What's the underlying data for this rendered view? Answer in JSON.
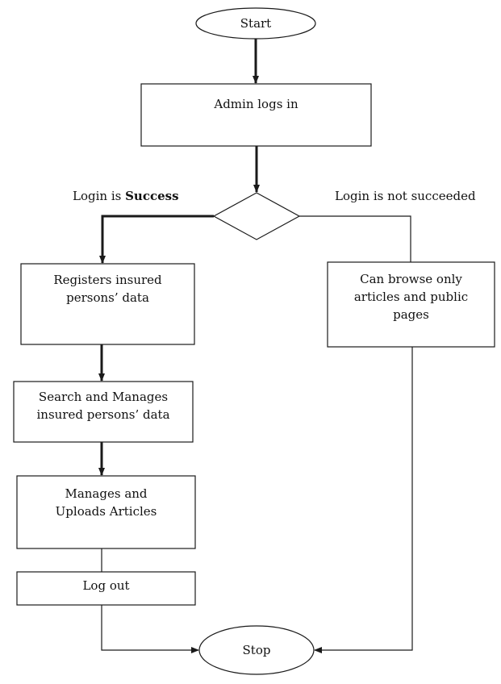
{
  "nodes": {
    "start": "Start",
    "admin_login": "Admin logs in",
    "register": "Registers insured\npersons’ data",
    "search_manage": "Search and Manages\ninsured persons’ data",
    "manage_articles": "Manages and\nUploads Articles",
    "logout": "Log out",
    "browse_only": "Can browse only\narticles and public\npages",
    "stop": "Stop"
  },
  "edges": {
    "success_prefix": "Login is ",
    "success_bold": "Success",
    "failure": "Login is not succeeded"
  },
  "colors": {
    "stroke": "#1a1a1a",
    "text": "#111111",
    "background": "#ffffff"
  }
}
